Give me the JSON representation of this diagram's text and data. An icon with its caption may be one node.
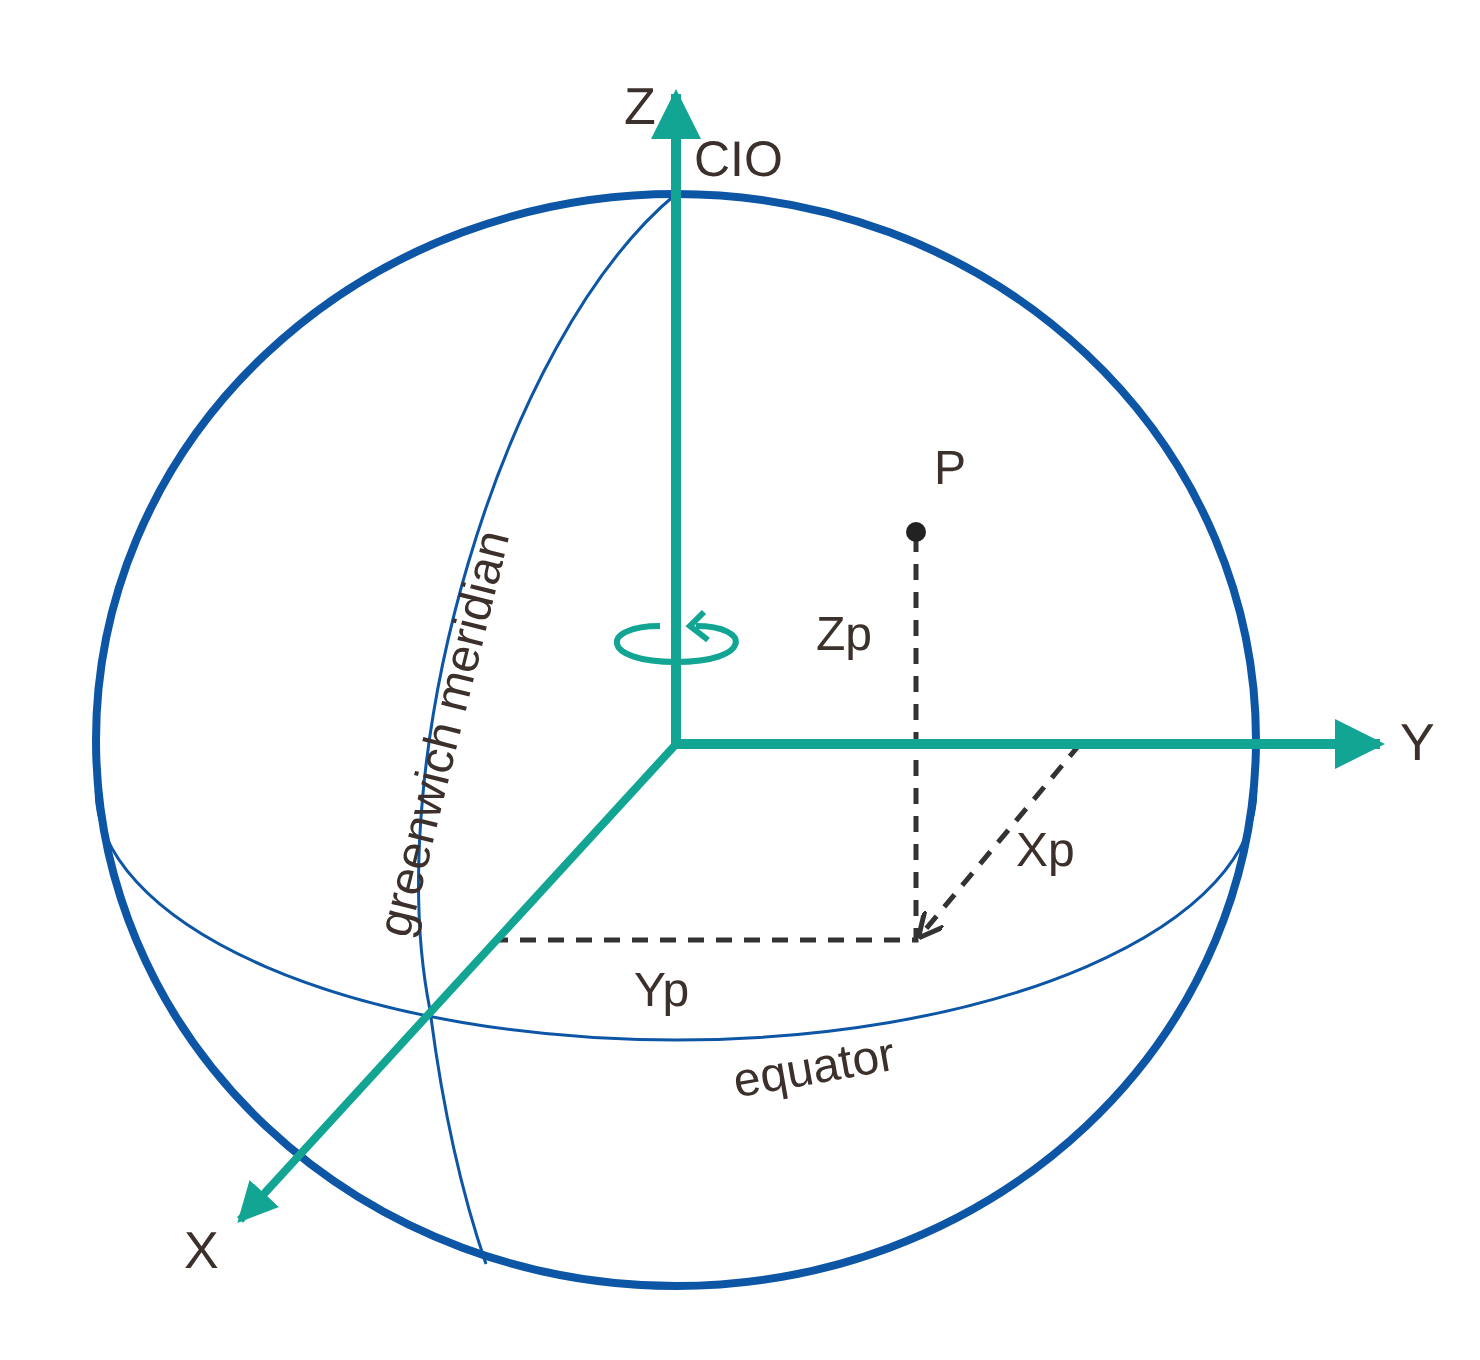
{
  "diagram": {
    "labels": [
      "Z",
      "CIO",
      "greenwich meridian",
      "P",
      "Zp",
      "Y",
      "Xp",
      "Yp",
      "equator",
      "X"
    ]
  }
}
